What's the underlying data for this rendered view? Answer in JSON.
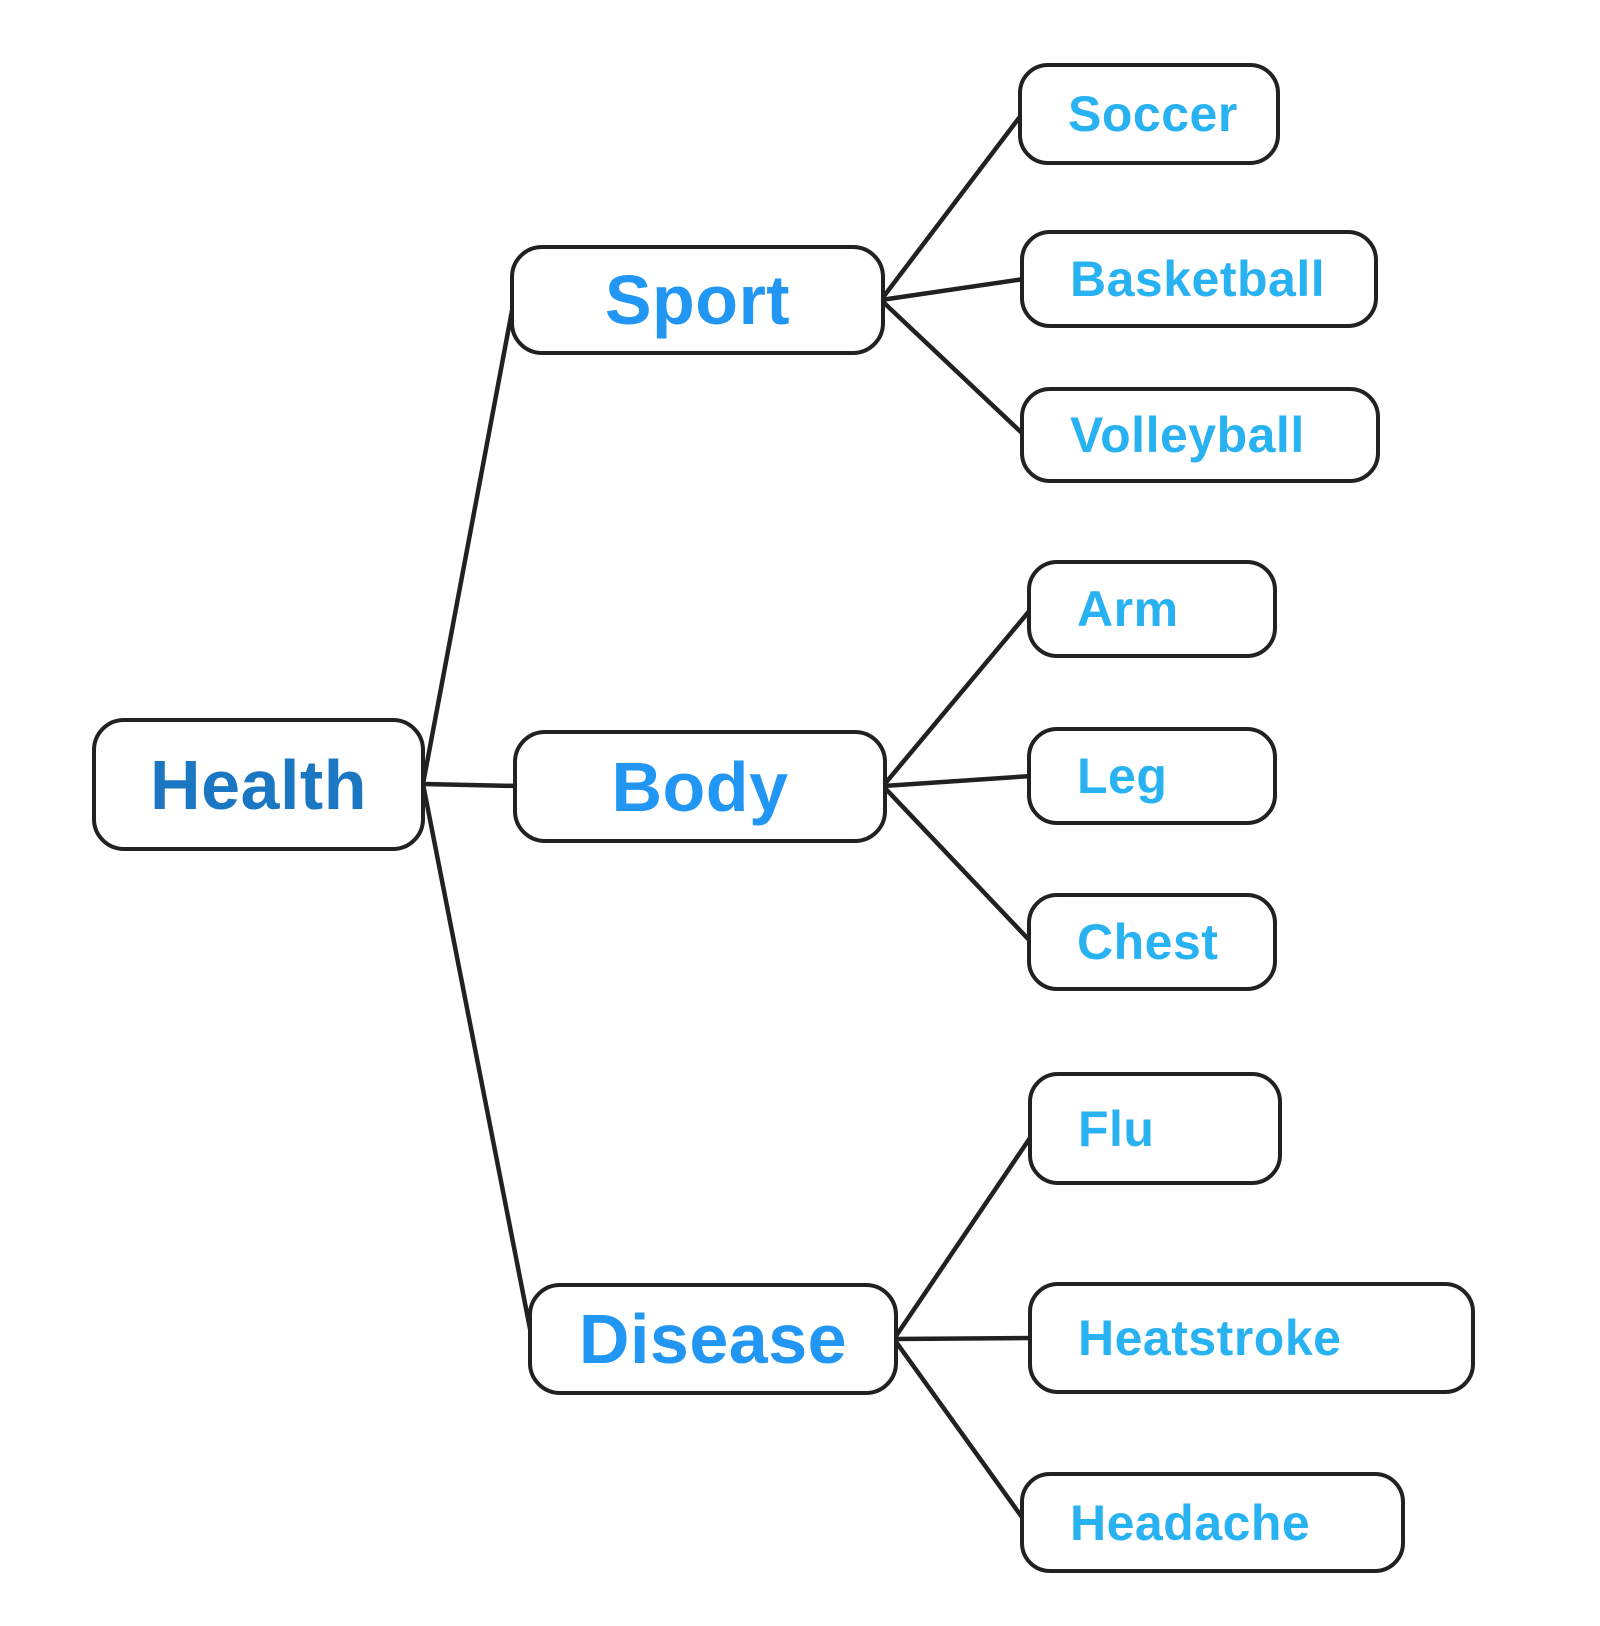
{
  "diagram": {
    "type": "mind-map",
    "root": {
      "label": "Health",
      "children": [
        {
          "label": "Sport",
          "children": [
            {
              "label": "Soccer"
            },
            {
              "label": "Basketball"
            },
            {
              "label": "Volleyball"
            }
          ]
        },
        {
          "label": "Body",
          "children": [
            {
              "label": "Arm"
            },
            {
              "label": "Leg"
            },
            {
              "label": "Chest"
            }
          ]
        },
        {
          "label": "Disease",
          "children": [
            {
              "label": "Flu"
            },
            {
              "label": "Heatstroke"
            },
            {
              "label": "Headache"
            }
          ]
        }
      ]
    }
  },
  "colors": {
    "canvas_bg": "#ffffff",
    "node_bg": "#ffffff",
    "node_border": "#212121",
    "connector": "#212121",
    "root_text": "#1b77c2",
    "branch_text": "#2196f3",
    "leaf_text": "#29b2f2"
  }
}
